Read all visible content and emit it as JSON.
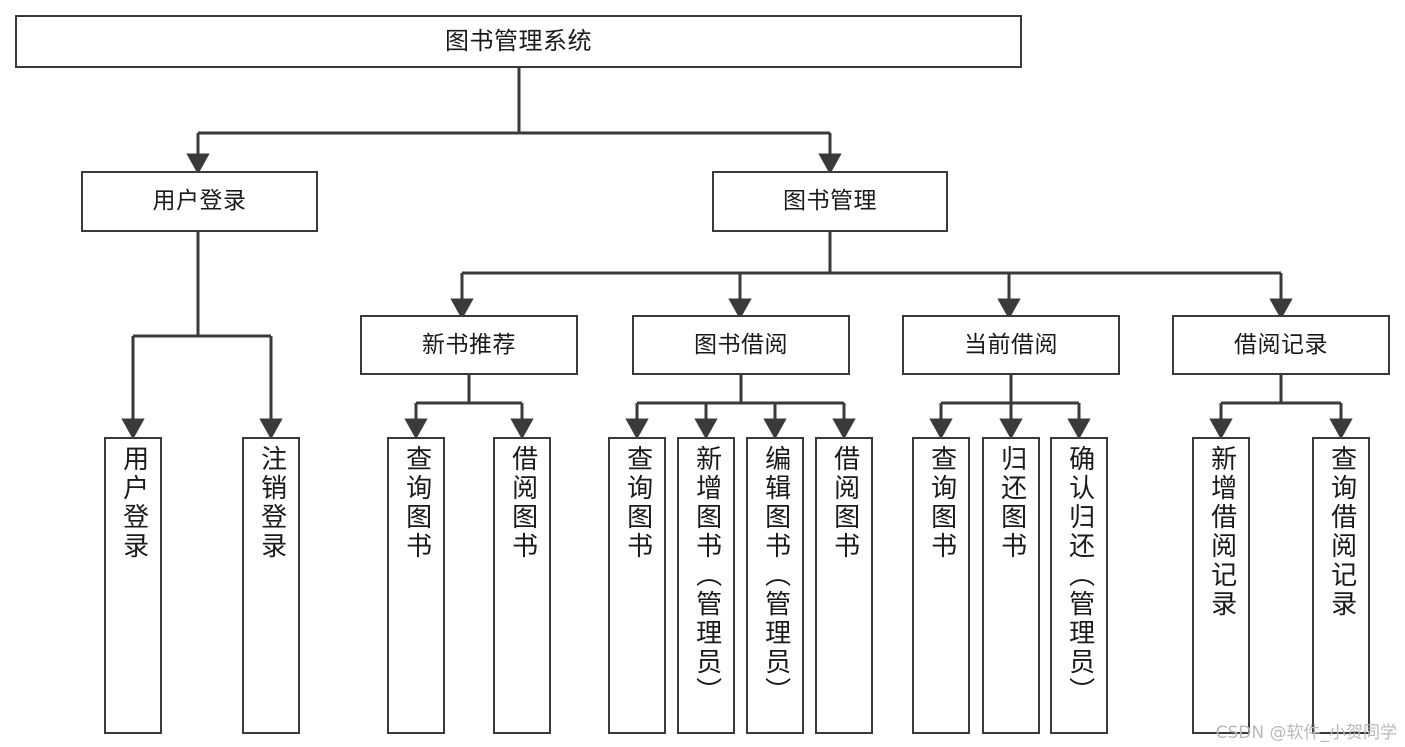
{
  "diagram": {
    "title": "图书管理系统",
    "type": "tree-hierarchy-chart",
    "stroke_color": "#3a3a3a",
    "background_color": "#ffffff",
    "nodes": {
      "root": {
        "label": "图书管理系统"
      },
      "level2": [
        {
          "id": "user-login",
          "label": "用户登录"
        },
        {
          "id": "book-management",
          "label": "图书管理"
        }
      ],
      "level3": [
        {
          "id": "new-book-recommend",
          "label": "新书推荐"
        },
        {
          "id": "book-borrow",
          "label": "图书借阅"
        },
        {
          "id": "current-borrow",
          "label": "当前借阅"
        },
        {
          "id": "borrow-record",
          "label": "借阅记录"
        }
      ],
      "leaves": {
        "user_login": [
          {
            "id": "leaf-user-login",
            "label": "用户登录"
          },
          {
            "id": "leaf-logout",
            "label": "注销登录"
          }
        ],
        "new_book_recommend": [
          {
            "id": "leaf-query-book-1",
            "label": "查询图书"
          },
          {
            "id": "leaf-borrow-book-1",
            "label": "借阅图书"
          }
        ],
        "book_borrow": [
          {
            "id": "leaf-query-book-2",
            "label": "查询图书"
          },
          {
            "id": "leaf-add-book",
            "label": "新增图书（管理员）"
          },
          {
            "id": "leaf-edit-book",
            "label": "编辑图书（管理员）"
          },
          {
            "id": "leaf-borrow-book-2",
            "label": "借阅图书"
          }
        ],
        "current_borrow": [
          {
            "id": "leaf-query-book-3",
            "label": "查询图书"
          },
          {
            "id": "leaf-return-book",
            "label": "归还图书"
          },
          {
            "id": "leaf-confirm-return",
            "label": "确认归还（管理员）"
          }
        ],
        "borrow_record": [
          {
            "id": "leaf-add-record",
            "label": "新增借阅记录"
          },
          {
            "id": "leaf-query-record",
            "label": "查询借阅记录"
          }
        ]
      }
    }
  },
  "watermark": {
    "text": "CSDN @软件_小贺同学"
  }
}
